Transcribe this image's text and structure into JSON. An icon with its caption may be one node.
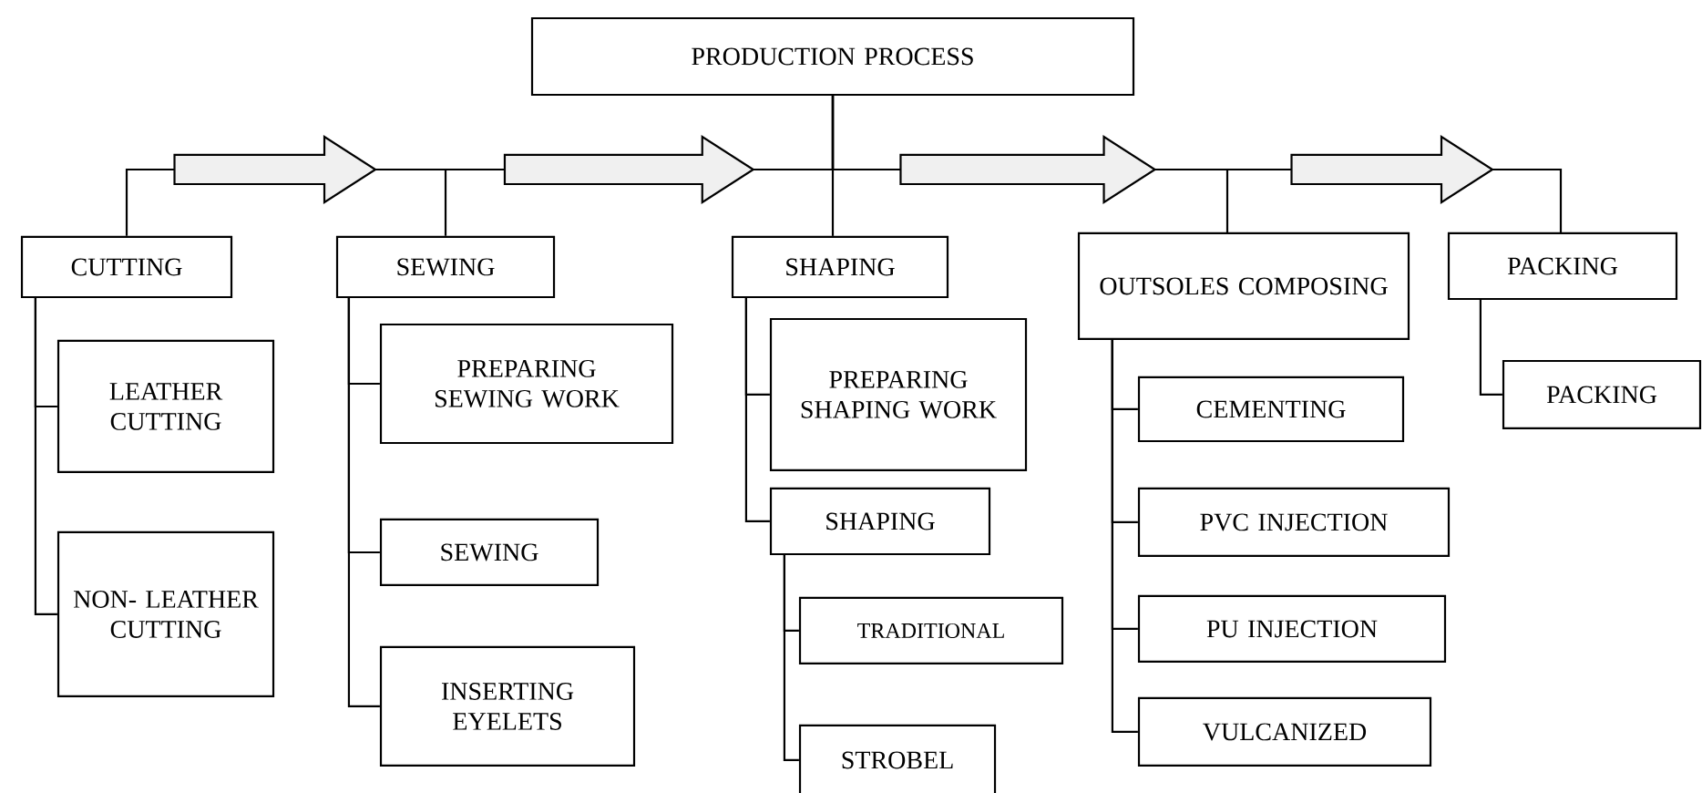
{
  "diagram": {
    "nodes": [
      {
        "text": [
          "PRODUCTION PROCESS"
        ]
      },
      {
        "text": [
          "CUTTING"
        ]
      },
      {
        "text": [
          "LEATHER CUTTING"
        ]
      },
      {
        "text": [
          "NON- LEATHER CUTTING"
        ]
      },
      {
        "text": [
          "SEWING"
        ]
      },
      {
        "text": [
          "PREPARING SEWING WORK"
        ]
      },
      {
        "text": [
          "SEWING"
        ]
      },
      {
        "text": [
          "INSERTING EYELETS"
        ]
      },
      {
        "text": [
          "SHAPING"
        ]
      },
      {
        "text": [
          "PREPARING SHAPING WORK"
        ]
      },
      {
        "text": [
          "SHAPING"
        ]
      },
      {
        "text": [
          "TRADITIONAL"
        ]
      },
      {
        "text": [
          "STROBEL"
        ]
      },
      {
        "text": [
          "OUTSOLES COMPOSING"
        ]
      },
      {
        "text": [
          "CEMENTING"
        ]
      },
      {
        "text": [
          "PVC INJECTION"
        ]
      },
      {
        "text": [
          "PU INJECTION"
        ]
      },
      {
        "text": [
          "VULCANIZED"
        ]
      },
      {
        "text": [
          "PACKING"
        ]
      },
      {
        "text": [
          "PACKING"
        ]
      }
    ],
    "edges": [
      {
        "from": 0,
        "to": 1,
        "arrow": "none"
      },
      {
        "from": 0,
        "to": 4,
        "arrow": "none"
      },
      {
        "from": 0,
        "to": 8,
        "arrow": "none"
      },
      {
        "from": 0,
        "to": 13,
        "arrow": "none"
      },
      {
        "from": 0,
        "to": 18,
        "arrow": "none"
      },
      {
        "from": 1,
        "to": 4,
        "arrow": "to",
        "style": "thick"
      },
      {
        "from": 4,
        "to": 8,
        "arrow": "to",
        "style": "thick"
      },
      {
        "from": 8,
        "to": 13,
        "arrow": "to",
        "style": "thick"
      },
      {
        "from": 13,
        "to": 18,
        "arrow": "to",
        "style": "thick"
      },
      {
        "from": 1,
        "to": 2,
        "arrow": "none"
      },
      {
        "from": 1,
        "to": 3,
        "arrow": "none"
      },
      {
        "from": 4,
        "to": 5,
        "arrow": "none"
      },
      {
        "from": 4,
        "to": 6,
        "arrow": "none"
      },
      {
        "from": 4,
        "to": 7,
        "arrow": "none"
      },
      {
        "from": 8,
        "to": 9,
        "arrow": "none"
      },
      {
        "from": 8,
        "to": 10,
        "arrow": "none"
      },
      {
        "from": 10,
        "to": 11,
        "arrow": "none"
      },
      {
        "from": 10,
        "to": 12,
        "arrow": "none"
      },
      {
        "from": 13,
        "to": 14,
        "arrow": "none"
      },
      {
        "from": 13,
        "to": 15,
        "arrow": "none"
      },
      {
        "from": 13,
        "to": 16,
        "arrow": "none"
      },
      {
        "from": 13,
        "to": 17,
        "arrow": "none"
      },
      {
        "from": 18,
        "to": 19,
        "arrow": "none"
      }
    ]
  }
}
